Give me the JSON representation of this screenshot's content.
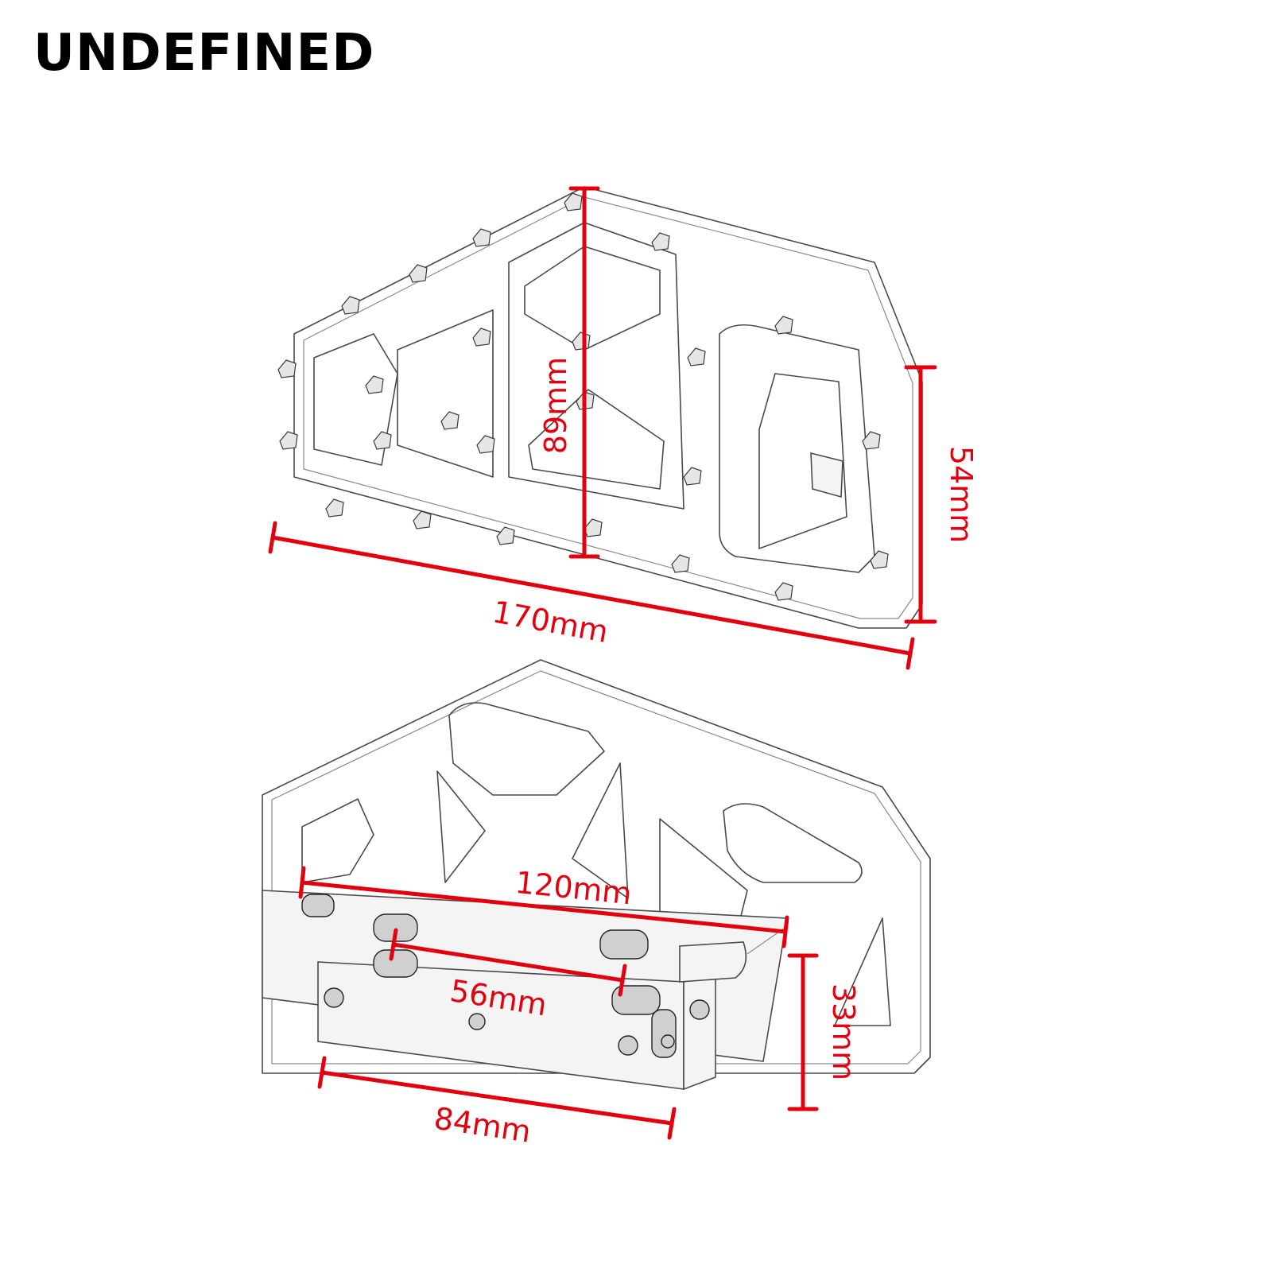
{
  "brand": {
    "name": "UNDEFINED"
  },
  "colors": {
    "dimension": "#e3000f",
    "outline": "#4a4a4a",
    "background": "#ffffff"
  },
  "dimensions": {
    "top_height": "89mm",
    "top_width": "170mm",
    "top_side": "54mm",
    "bottom_span": "120mm",
    "bottom_mount": "56mm",
    "bottom_bracket": "84mm",
    "bottom_depth": "33mm"
  }
}
